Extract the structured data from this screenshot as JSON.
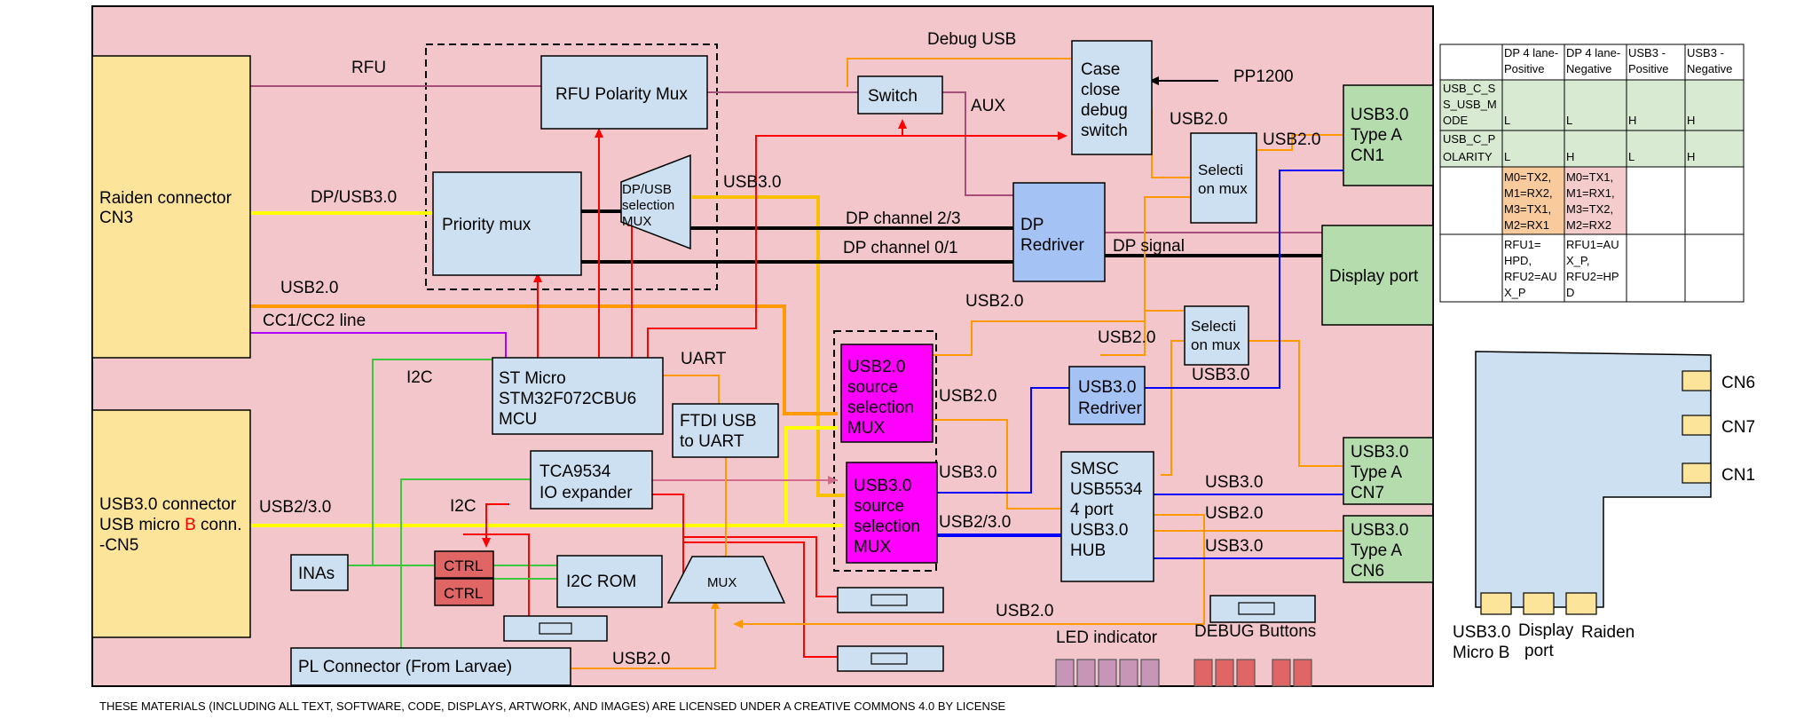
{
  "blocks": {
    "raiden": [
      "Raiden connector",
      "CN3"
    ],
    "usb3conn_1": "USB3.0 connector",
    "usb3conn_2a": "USB micro ",
    "usb3conn_2b": "B",
    "usb3conn_2c": " conn.",
    "usb3conn_3": "-CN5",
    "rfu_mux": "RFU Polarity Mux",
    "priority_mux": "Priority mux",
    "dp_usb_mux": [
      "DP/USB",
      "selection",
      "MUX"
    ],
    "switch": "Switch",
    "case_close": [
      "Case",
      "close",
      "debug",
      "switch"
    ],
    "dp_redriver": [
      "DP",
      "Redriver"
    ],
    "sel_mux_top": [
      "Selecti",
      "on mux"
    ],
    "sel_mux_mid": [
      "Selecti",
      "on mux"
    ],
    "usb3_typeA_cn1": [
      "USB3.0",
      "Type A",
      "CN1"
    ],
    "display_port": "Display port",
    "st_micro": [
      "ST Micro",
      "STM32F072CBU6",
      "MCU"
    ],
    "ftdi": [
      "FTDI USB",
      "to UART"
    ],
    "usb2_src_mux": [
      "USB2.0",
      "source",
      "selection",
      "MUX"
    ],
    "usb3_src_mux": [
      "USB3.0",
      "source",
      "selection",
      "MUX"
    ],
    "usb3_redriver": [
      "USB3.0",
      "Redriver"
    ],
    "tca": [
      "TCA9534",
      "IO expander"
    ],
    "smsc": [
      "SMSC",
      "USB5534",
      "4 port",
      "USB3.0",
      "HUB"
    ],
    "usb3_typeA_cn7": [
      "USB3.0",
      "Type A",
      "CN7"
    ],
    "usb3_typeA_cn6": [
      "USB3.0",
      "Type A",
      "CN6"
    ],
    "inas": "INAs",
    "ctrl1": "CTRL",
    "ctrl2": "CTRL",
    "i2c_rom": "I2C ROM",
    "mux": "MUX",
    "pl_connector": "PL Connector (From  Larvae)"
  },
  "labels": {
    "rfu": "RFU",
    "dp_usb3": "DP/USB3.0",
    "usb2_left": "USB2.0",
    "cc_line": "CC1/CC2 line",
    "i2c_left": "I2C",
    "i2c_mid": "I2C",
    "usb23": "USB2/3.0",
    "debug_usb": "Debug USB",
    "pp1200": "PP1200",
    "aux": "AUX",
    "usb3_top": "USB3.0",
    "dp_ch23": "DP channel 2/3",
    "dp_ch01": "DP channel 0/1",
    "dp_signal": "DP signal",
    "usb2_case": "USB2.0",
    "usb2_sel": "USB2.0",
    "usb2_mid": "USB2.0",
    "usb2_selmid": "USB2.0",
    "usb3_selmid": "USB3.0",
    "uart": "UART",
    "usb2_mux2": "USB2.0",
    "usb3_mux3": "USB3.0",
    "usb23_mux3": "USB2/3.0",
    "usb3_cn7": "USB3.0",
    "usb2_cn7": "USB2.0",
    "usb3_cn6": "USB3.0",
    "usb2_bottom": "USB2.0",
    "usb2_pl": "USB2.0",
    "led_indicator": "LED indicator",
    "debug_buttons": "DEBUG Buttons",
    "license": "THESE MATERIALS (INCLUDING ALL TEXT, SOFTWARE, CODE, DISPLAYS, ARTWORK, AND IMAGES) ARE LICENSED UNDER A CREATIVE COMMONS 4.0 BY LICENSE"
  },
  "table": {
    "headers": [
      [
        "DP 4 lane-",
        "Positive"
      ],
      [
        "DP 4 lane-",
        "Negative"
      ],
      [
        "USB3 -",
        "Positive"
      ],
      [
        "USB3 -",
        "Negative"
      ]
    ],
    "row1_label": [
      "USB_C_S",
      "S_USB_M",
      "ODE"
    ],
    "row1": [
      "L",
      "L",
      "H",
      "H"
    ],
    "row2_label": [
      "USB_C_P",
      "OLARITY"
    ],
    "row2": [
      "L",
      "H",
      "L",
      "H"
    ],
    "row3": [
      [
        "M0=TX2,",
        "M1=RX2,",
        "M3=TX1,",
        "M2=RX1"
      ],
      [
        "M0=TX1,",
        "M1=RX1,",
        "M3=TX2,",
        "M2=RX2"
      ]
    ],
    "row4": [
      [
        "RFU1=",
        "HPD,",
        "RFU2=AU",
        "X_P"
      ],
      [
        "RFU1=AU",
        "X_P,",
        "RFU2=HP",
        "D"
      ]
    ]
  },
  "board": {
    "cn6": "CN6",
    "cn7": "CN7",
    "cn1": "CN1",
    "usb3_micro": [
      "USB3.0",
      "Micro B"
    ],
    "display_port": [
      "Display",
      "port"
    ],
    "raiden": "Raiden"
  },
  "colors": {
    "panel_bg": "#f3c6cb",
    "block_blue": "#cde0f1",
    "block_yellow": "#fde49b",
    "block_green": "#b5dcac",
    "block_magenta": "#ff00ff",
    "block_ctrl": "#e06666",
    "block_dpred": "#a4c2f4",
    "line_yellow": "#ffff00",
    "line_orange": "#ff9900",
    "line_red": "#ff0000",
    "line_blue": "#0000ff",
    "line_green": "#3cc83c",
    "line_purple": "#b000ff",
    "line_mauve": "#a64d79"
  }
}
